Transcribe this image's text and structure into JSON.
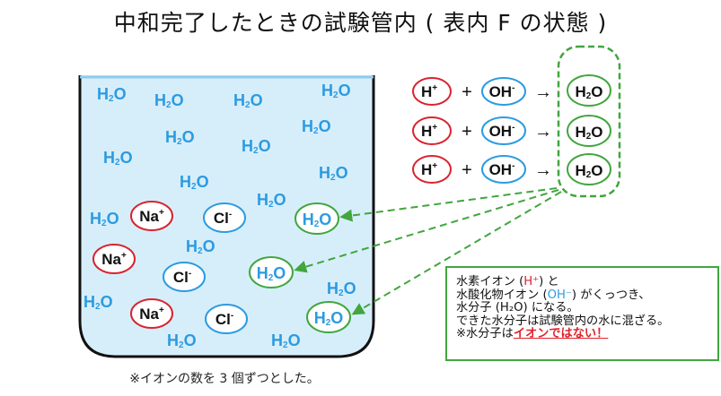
{
  "title": "中和完了したときの試験管内 ( 表内 F の状態 )",
  "footnote": "※イオンの数を 3 個ずつとした。",
  "water_label": {
    "main": "H",
    "sub": "2",
    "end": "O"
  },
  "ion_labels": {
    "na": {
      "main": "Na",
      "sup": "+"
    },
    "cl": {
      "main": "Cl",
      "sup": "-"
    },
    "h": {
      "main": "H",
      "sup": "+"
    },
    "oh": {
      "main": "OH",
      "sup": "-"
    }
  },
  "operators": {
    "plus": "+",
    "arrow": "→"
  },
  "explanation": {
    "line1_a": "水素イオン (",
    "line1_ion": "H⁺",
    "line1_b": ") と",
    "line2_a": "水酸化物イオン (",
    "line2_ion": "OH⁻",
    "line2_b": ") がくっつき、",
    "line3": "水分子 (H₂O) になる。",
    "line4": "できた水分子は試験管内の水に混ざる。",
    "line5_a": "※水分子は",
    "line5_em": "イオンではない！"
  },
  "colors": {
    "water_text": "#2c9be0",
    "tube_fill": "#d6eefa",
    "h_ion_ring": "#d9232e",
    "oh_ion_ring": "#2c9be0",
    "water_ring": "#41a63e"
  }
}
